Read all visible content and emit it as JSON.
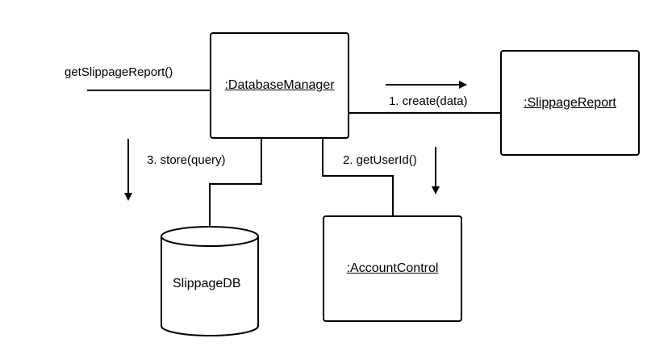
{
  "diagram": {
    "entry_message": "getSlippageReport()",
    "objects": {
      "database_manager": ":DatabaseManager",
      "slippage_report": ":SlippageReport",
      "account_control": ":AccountControl",
      "slippage_db": "SlippageDB"
    },
    "messages": {
      "create": "1. create(data)",
      "get_user_id": "2. getUserId()",
      "store": "3. store(query)"
    },
    "colors": {
      "stroke": "#000000",
      "background": "#ffffff"
    }
  }
}
